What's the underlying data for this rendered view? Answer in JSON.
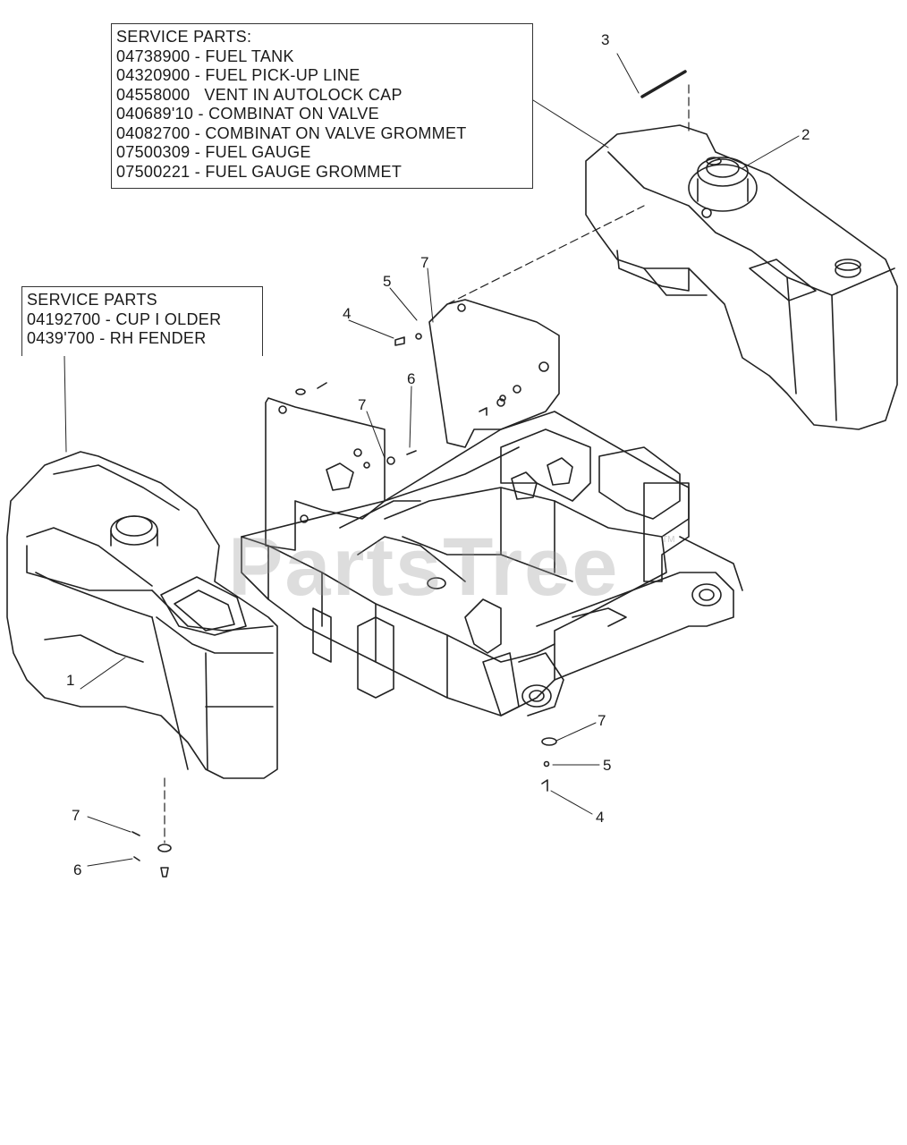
{
  "service_boxes": {
    "fuel_tank": {
      "lines": [
        "SERVICE PARTS:",
        "04738900 - FUEL TANK",
        "04320900 - FUEL PICK-UP LINE",
        "04558000   VENT IN AUTOLOCK CAP",
        "040689ʹ10 - COMBINAT ON VALVE",
        "04082700 - COMBINAT ON VALVE GROMMET",
        "07500309 - FUEL GAUGE",
        "07500221 - FUEL GAUGE GROMMET"
      ]
    },
    "fender": {
      "lines": [
        "SERVICE PARTS",
        "04192700 - CUP I OLDER",
        "0439ʹ700 - RH FENDER"
      ]
    }
  },
  "callouts": {
    "c3_top": "3",
    "c2_cap": "2",
    "c7_mid": "7",
    "c5_mid": "5",
    "c4_mid": "4",
    "c7_frame": "7",
    "c6_frame": "6",
    "c1_fender": "1",
    "c7_right": "7",
    "c5_right": "5",
    "c4_right": "4",
    "c7_left": "7",
    "c6_left": "6"
  },
  "watermark": {
    "text": "PartsTree",
    "tm": "TM"
  }
}
